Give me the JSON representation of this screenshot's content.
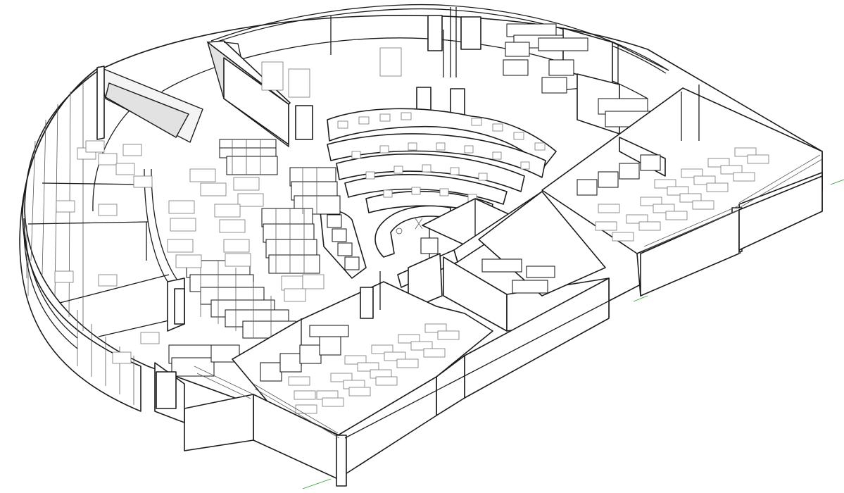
{
  "view": {
    "background": "#ffffff",
    "line_color": "#1c1c1c",
    "furniture_color": "#777777",
    "gridline_color": "#2aa52a"
  },
  "zones": [
    {
      "id": "lecture-hall",
      "icon": "tiered-seating-icon",
      "rows": 5
    },
    {
      "id": "library-stacks",
      "icon": "bookshelf-icon"
    },
    {
      "id": "reading-area",
      "icon": "study-table-icon"
    },
    {
      "id": "classroom-east",
      "icon": "desk-row-icon",
      "rows": 6
    },
    {
      "id": "classroom-south",
      "icon": "desk-row-icon",
      "rows": 6
    },
    {
      "id": "perimeter-offices",
      "icon": "office-icon",
      "count": 6
    },
    {
      "id": "kitchenette",
      "icon": "counter-icon"
    },
    {
      "id": "rear-archive",
      "icon": "archive-shelf-icon"
    }
  ]
}
